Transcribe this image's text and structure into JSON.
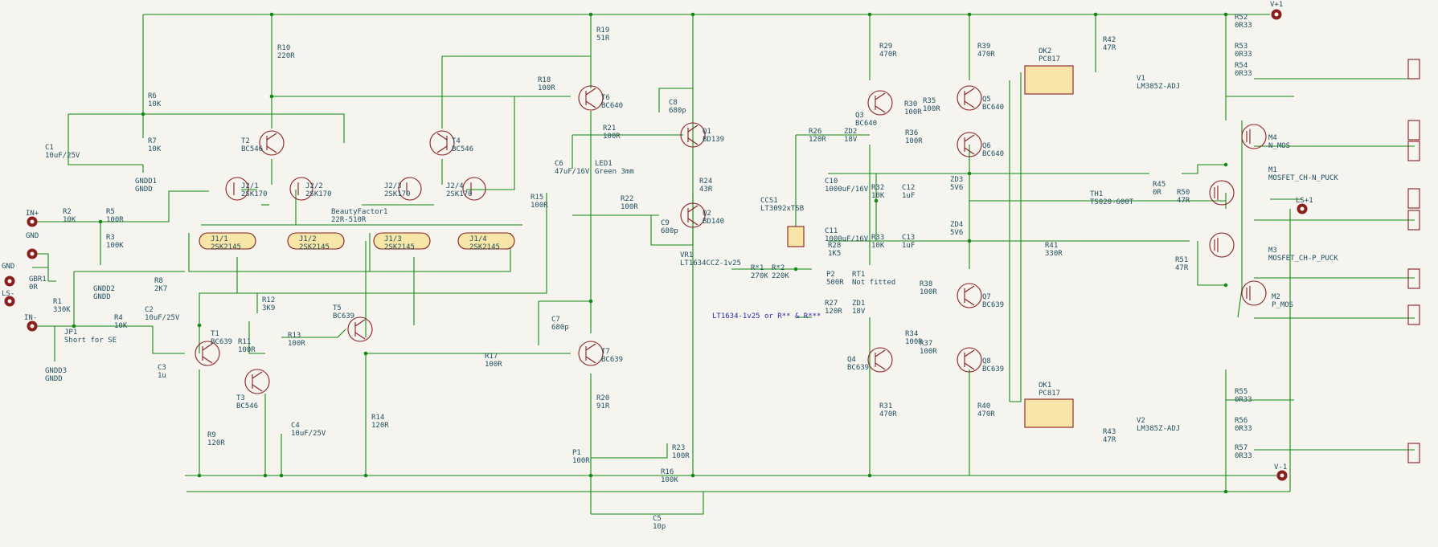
{
  "power_labels": [
    {
      "id": "vpos",
      "text": "V+1"
    },
    {
      "id": "vneg",
      "text": "V-1"
    },
    {
      "id": "ls",
      "text": "LS+1"
    }
  ],
  "inputs": [
    {
      "id": "inp",
      "text": "IN+"
    },
    {
      "id": "gnd",
      "text": "GND"
    },
    {
      "id": "gnd2",
      "text": "GND"
    },
    {
      "id": "lsm",
      "text": "LS-"
    },
    {
      "id": "inm",
      "text": "IN-"
    }
  ],
  "components": [
    {
      "ref": "C1",
      "value": "10uF/25V"
    },
    {
      "ref": "R6",
      "value": "10K"
    },
    {
      "ref": "R7",
      "value": "10K"
    },
    {
      "ref": "GNDD1",
      "value": "GNDD"
    },
    {
      "ref": "R10",
      "value": "220R"
    },
    {
      "ref": "T2",
      "value": "BC546"
    },
    {
      "ref": "T4",
      "value": "BC546"
    },
    {
      "ref": "J2/1",
      "value": "2SK170"
    },
    {
      "ref": "J2/2",
      "value": "2SK170"
    },
    {
      "ref": "J2/3",
      "value": "2SK170"
    },
    {
      "ref": "J2/4",
      "value": "2SK170"
    },
    {
      "ref": "J1/1",
      "value": "2SK2145"
    },
    {
      "ref": "J1/2",
      "value": "2SK2145"
    },
    {
      "ref": "J1/3",
      "value": "2SK2145"
    },
    {
      "ref": "J1/4",
      "value": "2SK2145"
    },
    {
      "ref": "BeautyFactor1",
      "value": "22R-510R"
    },
    {
      "ref": "R2",
      "value": "10K"
    },
    {
      "ref": "R5",
      "value": "100R"
    },
    {
      "ref": "R3",
      "value": "100K"
    },
    {
      "ref": "GNDD2",
      "value": "GNDD"
    },
    {
      "ref": "GBR1",
      "value": "0R"
    },
    {
      "ref": "R8",
      "value": "2K7"
    },
    {
      "ref": "R1",
      "value": "330K"
    },
    {
      "ref": "R4",
      "value": "10K"
    },
    {
      "ref": "JP1",
      "value": "Short for SE"
    },
    {
      "ref": "GNDD3",
      "value": "GNDD"
    },
    {
      "ref": "C2",
      "value": "10uF/25V"
    },
    {
      "ref": "C3",
      "value": "1u"
    },
    {
      "ref": "T1",
      "value": "BC639"
    },
    {
      "ref": "R11",
      "value": "100R"
    },
    {
      "ref": "R12",
      "value": "3K9"
    },
    {
      "ref": "T3",
      "value": "BC546"
    },
    {
      "ref": "R13",
      "value": "100R"
    },
    {
      "ref": "T5",
      "value": "BC639"
    },
    {
      "ref": "R9",
      "value": "120R"
    },
    {
      "ref": "C4",
      "value": "10uF/25V"
    },
    {
      "ref": "R14",
      "value": "120R"
    },
    {
      "ref": "R15",
      "value": "100R"
    },
    {
      "ref": "R17",
      "value": "100R"
    },
    {
      "ref": "C7",
      "value": "680p"
    },
    {
      "ref": "R19",
      "value": "51R"
    },
    {
      "ref": "R18",
      "value": "100R"
    },
    {
      "ref": "T6",
      "value": "BC640"
    },
    {
      "ref": "C6",
      "value": "47uF/16V"
    },
    {
      "ref": "LED1",
      "value": "Green 3mm"
    },
    {
      "ref": "R21",
      "value": "100R"
    },
    {
      "ref": "C8",
      "value": "680p"
    },
    {
      "ref": "Q1",
      "value": "BD139"
    },
    {
      "ref": "R24",
      "value": "43R"
    },
    {
      "ref": "R22",
      "value": "100R"
    },
    {
      "ref": "Q2",
      "value": "BD140"
    },
    {
      "ref": "C9",
      "value": "680p"
    },
    {
      "ref": "T7",
      "value": "BC639"
    },
    {
      "ref": "R20",
      "value": "91R"
    },
    {
      "ref": "P1",
      "value": "100R"
    },
    {
      "ref": "R23",
      "value": "100R"
    },
    {
      "ref": "R16",
      "value": "100K"
    },
    {
      "ref": "C5",
      "value": "10p"
    },
    {
      "ref": "R26",
      "value": "120R"
    },
    {
      "ref": "ZD2",
      "value": "18V"
    },
    {
      "ref": "CCS1",
      "value": "LT3092xTSB"
    },
    {
      "ref": "VR1",
      "value": "LT1634CCZ-1v25"
    },
    {
      "ref": "R*1",
      "value": "270K"
    },
    {
      "ref": "R*2",
      "value": "220K"
    },
    {
      "ref": "R28",
      "value": "1K5"
    },
    {
      "ref": "P2",
      "value": "500R"
    },
    {
      "ref": "RT1",
      "value": "Not fitted"
    },
    {
      "ref": "R27",
      "value": "120R"
    },
    {
      "ref": "ZD1",
      "value": "18V"
    },
    {
      "ref": "R29",
      "value": "470R"
    },
    {
      "ref": "Q3",
      "value": "BC640"
    },
    {
      "ref": "R30",
      "value": "100R"
    },
    {
      "ref": "R35",
      "value": "100R"
    },
    {
      "ref": "R36",
      "value": "100R"
    },
    {
      "ref": "R39",
      "value": "470R"
    },
    {
      "ref": "Q5",
      "value": "BC640"
    },
    {
      "ref": "Q6",
      "value": "BC640"
    },
    {
      "ref": "C10",
      "value": "1000uF/16V"
    },
    {
      "ref": "R32",
      "value": "10K"
    },
    {
      "ref": "C12",
      "value": "1uF"
    },
    {
      "ref": "ZD3",
      "value": "5V6"
    },
    {
      "ref": "C11",
      "value": "1000uF/16V"
    },
    {
      "ref": "R33",
      "value": "10K"
    },
    {
      "ref": "C13",
      "value": "1uF"
    },
    {
      "ref": "ZD4",
      "value": "5V6"
    },
    {
      "ref": "R38",
      "value": "100R"
    },
    {
      "ref": "Q7",
      "value": "BC639"
    },
    {
      "ref": "Q4",
      "value": "BC639"
    },
    {
      "ref": "R34",
      "value": "100R"
    },
    {
      "ref": "R37",
      "value": "100R"
    },
    {
      "ref": "Q8",
      "value": "BC639"
    },
    {
      "ref": "R31",
      "value": "470R"
    },
    {
      "ref": "R40",
      "value": "470R"
    },
    {
      "ref": "OK2",
      "value": "PC817"
    },
    {
      "ref": "R42",
      "value": "47R"
    },
    {
      "ref": "V1",
      "value": "LM385Z-ADJ"
    },
    {
      "ref": "OK1",
      "value": "PC817"
    },
    {
      "ref": "R43",
      "value": "47R"
    },
    {
      "ref": "V2",
      "value": "LM385Z-ADJ"
    },
    {
      "ref": "TH1",
      "value": "TS020-600T"
    },
    {
      "ref": "R41",
      "value": "330R"
    },
    {
      "ref": "R45",
      "value": "0R"
    },
    {
      "ref": "R50",
      "value": "47R"
    },
    {
      "ref": "R51",
      "value": "47R"
    },
    {
      "ref": "R52",
      "value": "0R33"
    },
    {
      "ref": "R53",
      "value": "0R33"
    },
    {
      "ref": "R54",
      "value": "0R33"
    },
    {
      "ref": "R55",
      "value": "0R33"
    },
    {
      "ref": "R56",
      "value": "0R33"
    },
    {
      "ref": "R57",
      "value": "0R33"
    },
    {
      "ref": "M4",
      "value": "N_MOS"
    },
    {
      "ref": "M1",
      "value": "MOSFET_CH-N_PUCK"
    },
    {
      "ref": "M3",
      "value": "MOSFET_CH-P_PUCK"
    },
    {
      "ref": "M2",
      "value": "P_MOS"
    }
  ],
  "notes": [
    {
      "id": "lt",
      "text": "LT1634-1v25 or R** & R***"
    }
  ]
}
